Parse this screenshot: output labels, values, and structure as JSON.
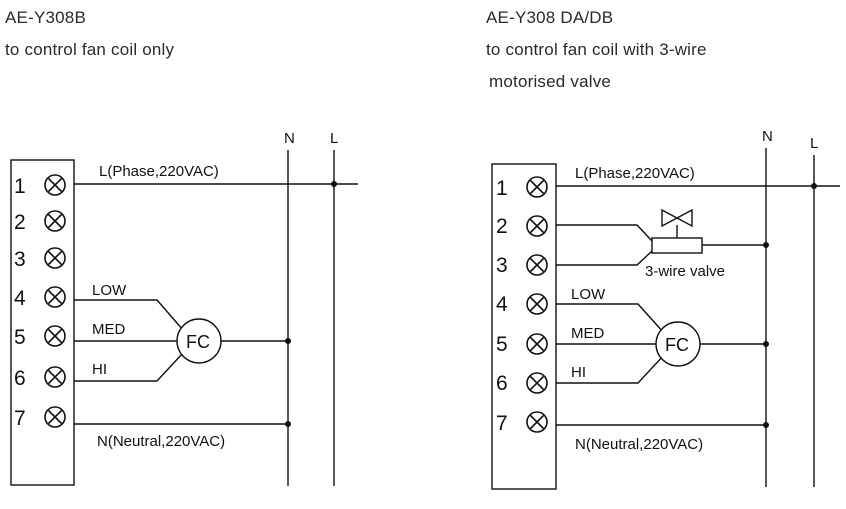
{
  "left_diagram": {
    "model": "AE-Y308B",
    "description_lines": [
      "to control fan coil only"
    ],
    "terminals": [
      "1",
      "2",
      "3",
      "4",
      "5",
      "6",
      "7"
    ],
    "rail_labels": {
      "neutral": "N",
      "live": "L"
    },
    "phase_label": "L(Phase,220VAC)",
    "neutral_label": "N(Neutral,220VAC)",
    "speed_labels": [
      "LOW",
      "MED",
      "HI"
    ],
    "fan_coil_label": "FC"
  },
  "right_diagram": {
    "model": "AE-Y308 DA/DB",
    "description_lines": [
      "to control fan coil with 3-wire",
      "motorised valve"
    ],
    "terminals": [
      "1",
      "2",
      "3",
      "4",
      "5",
      "6",
      "7"
    ],
    "rail_labels": {
      "neutral": "N",
      "live": "L"
    },
    "phase_label": "L(Phase,220VAC)",
    "neutral_label": "N(Neutral,220VAC)",
    "speed_labels": [
      "LOW",
      "MED",
      "HI"
    ],
    "fan_coil_label": "FC",
    "valve_label": "3-wire valve"
  }
}
